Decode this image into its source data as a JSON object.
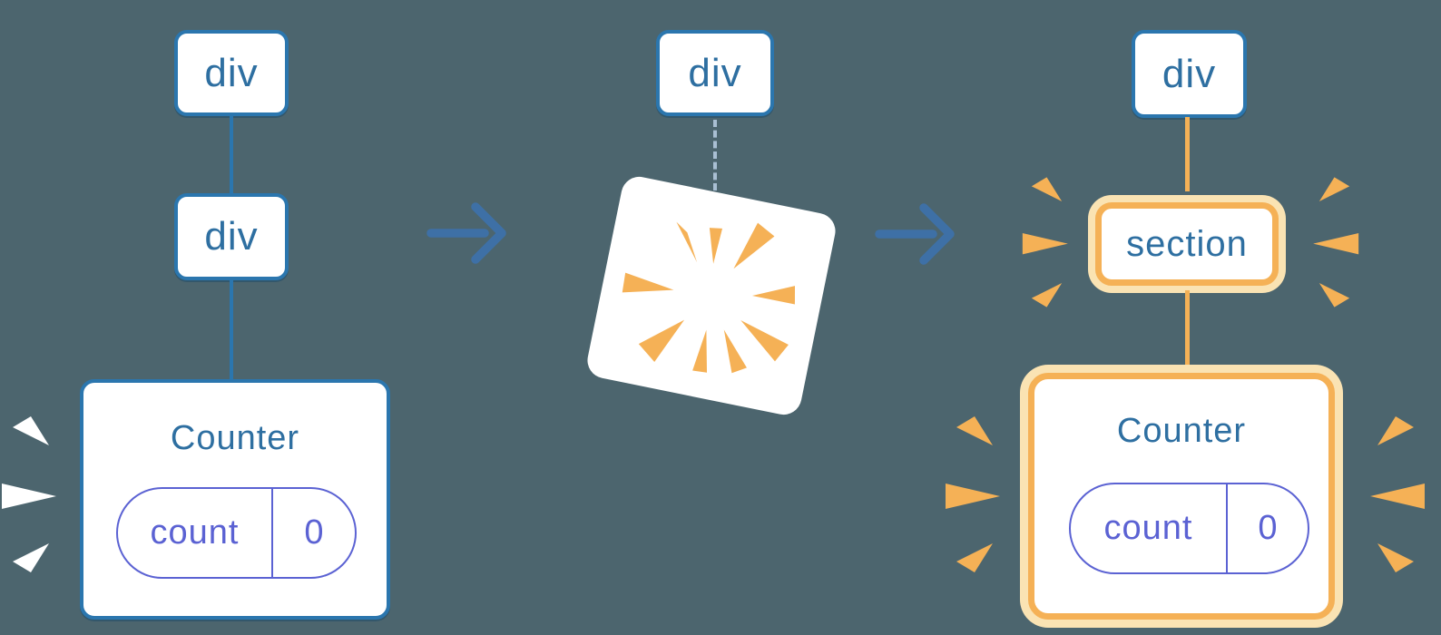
{
  "left_tree": {
    "root_label": "div",
    "child_label": "div",
    "component_label": "Counter",
    "state_key": "count",
    "state_value": "0"
  },
  "middle": {
    "root_label": "div"
  },
  "right_tree": {
    "root_label": "div",
    "child_label": "section",
    "component_label": "Counter",
    "state_key": "count",
    "state_value": "0"
  },
  "icons": {
    "arrow1": "arrow-right-icon",
    "arrow2": "arrow-right-icon",
    "poof": "poof-burst-icon",
    "white_burst": "burst-icon",
    "section_burst": "burst-icon",
    "counter_burst": "burst-icon"
  },
  "colors": {
    "background": "#4c656e",
    "blue-border": "#2b76ae",
    "blue-text": "#2e6fa1",
    "arrow-blue": "#3e70a6",
    "dash": "#a9bfd3",
    "indigo": "#5b62d3",
    "orange": "#f5b156",
    "cream": "#fae3b3",
    "white": "#ffffff"
  }
}
